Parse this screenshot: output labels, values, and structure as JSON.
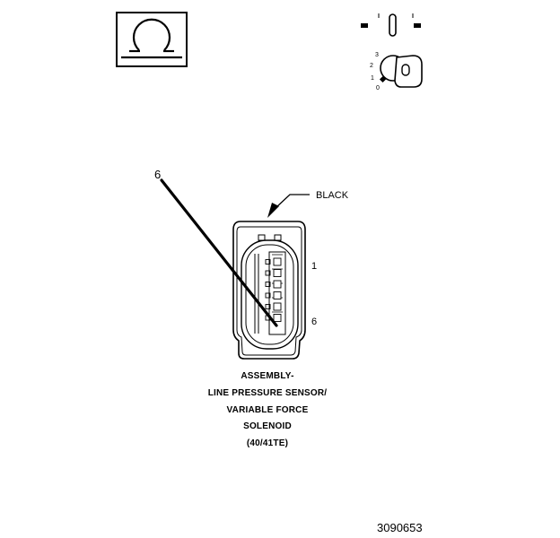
{
  "ohmmeter_icon": {
    "name": "ohm-symbol-icon",
    "symbol": "Ω"
  },
  "ignition_icon": {
    "name": "ignition-key-icon",
    "positions": [
      "3",
      "2",
      "1",
      "0"
    ]
  },
  "connector": {
    "color_label": "BLACK",
    "pin_first": "1",
    "pin_last": "6",
    "probe_pin": "6",
    "pin_count": 6
  },
  "assembly_title": [
    "ASSEMBLY-",
    "LINE PRESSURE SENSOR/",
    "VARIABLE FORCE",
    "SOLENOID",
    "(40/41TE)"
  ],
  "figure_number": "3090653",
  "colors": {
    "ink": "#000000",
    "paper": "#ffffff"
  }
}
